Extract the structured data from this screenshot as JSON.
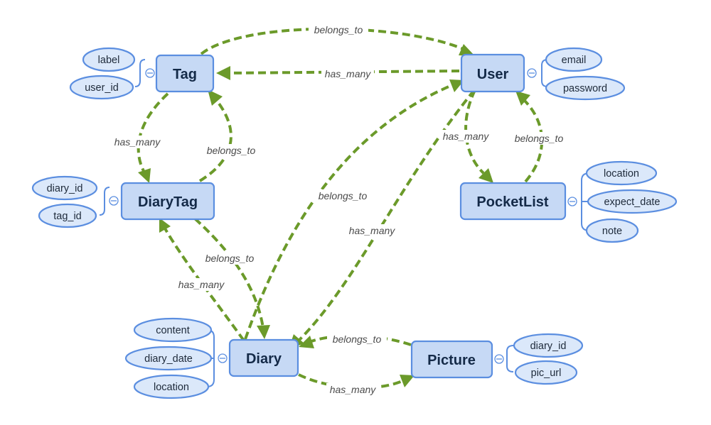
{
  "entities": {
    "tag": {
      "name": "Tag",
      "attributes": [
        "label",
        "user_id"
      ]
    },
    "user": {
      "name": "User",
      "attributes": [
        "email",
        "password"
      ]
    },
    "diarytag": {
      "name": "DiaryTag",
      "attributes": [
        "diary_id",
        "tag_id"
      ]
    },
    "pocketlist": {
      "name": "PocketList",
      "attributes": [
        "location",
        "expect_date",
        "note"
      ]
    },
    "diary": {
      "name": "Diary",
      "attributes": [
        "content",
        "diary_date",
        "location"
      ]
    },
    "picture": {
      "name": "Picture",
      "attributes": [
        "diary_id",
        "pic_url"
      ]
    }
  },
  "relations": {
    "tag_user_belongs_to": "belongs_to",
    "user_tag_has_many": "has_many",
    "tag_diarytag_has_many": "has_many",
    "diarytag_tag_belongs_to": "belongs_to",
    "user_pocketlist_has_many": "has_many",
    "pocketlist_user_belongs_to": "belongs_to",
    "diary_user_belongs_to": "belongs_to",
    "user_diary_has_many": "has_many",
    "diarytag_diary_belongs_to": "belongs_to",
    "diary_diarytag_has_many": "has_many",
    "picture_diary_belongs_to": "belongs_to",
    "diary_picture_has_many": "has_many"
  },
  "colors": {
    "entity_fill": "#c6d9f5",
    "entity_stroke": "#5b8ee0",
    "attribute_fill": "#dbe8fa",
    "relation_line": "#6b9a2a"
  }
}
